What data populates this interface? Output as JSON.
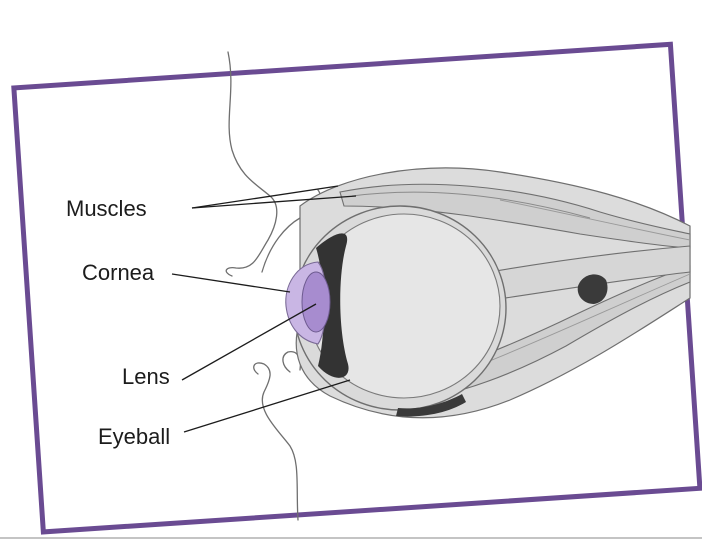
{
  "labels": {
    "muscles": "Muscles",
    "cornea": "Cornea",
    "lens": "Lens",
    "eyeball": "Eyeball"
  },
  "colors": {
    "frame_border": "#6a4b92",
    "background": "#ffffff",
    "eye_tissue": "#d9d9d9",
    "eyeball_interior": "#e6e6e6",
    "muscle": "#d0d0d0",
    "iris": "#333333",
    "cornea": "#c9b6e4",
    "lens": "#a78ccf",
    "outline": "#6f6f6f",
    "leader_line": "#1c1c1c"
  }
}
